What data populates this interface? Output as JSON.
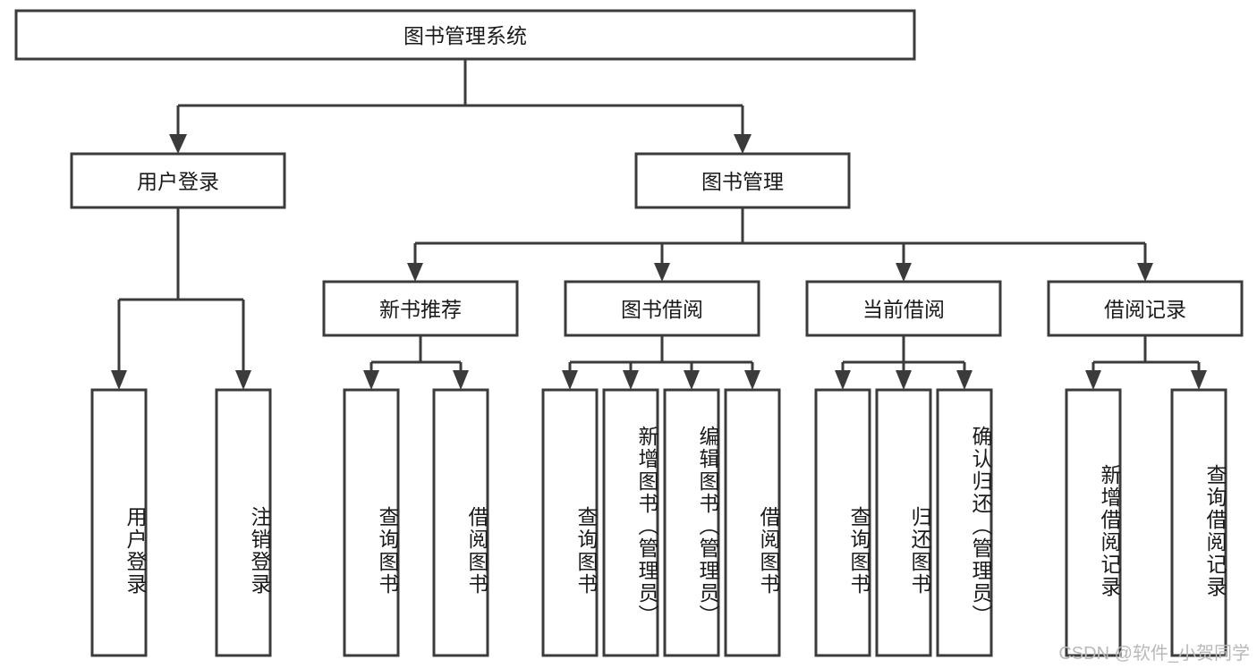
{
  "diagram": {
    "title": "图书管理系统",
    "type": "tree-hierarchy",
    "root": {
      "id": "root",
      "label": "图书管理系统"
    },
    "level1": [
      {
        "id": "user-login",
        "label": "用户登录"
      },
      {
        "id": "book-management",
        "label": "图书管理"
      }
    ],
    "level2": [
      {
        "id": "new-book-recommend",
        "label": "新书推荐",
        "parent": "book-management"
      },
      {
        "id": "book-borrow",
        "label": "图书借阅",
        "parent": "book-management"
      },
      {
        "id": "current-borrow",
        "label": "当前借阅",
        "parent": "book-management"
      },
      {
        "id": "borrow-record",
        "label": "借阅记录",
        "parent": "book-management"
      }
    ],
    "leaves": {
      "user-login": [
        {
          "id": "leaf-user-login",
          "label": "用户登录"
        },
        {
          "id": "leaf-logout",
          "label": "注销登录"
        }
      ],
      "new-book-recommend": [
        {
          "id": "leaf-query-book-1",
          "label": "查询图书"
        },
        {
          "id": "leaf-borrow-book-1",
          "label": "借阅图书"
        }
      ],
      "book-borrow": [
        {
          "id": "leaf-query-book-2",
          "label": "查询图书"
        },
        {
          "id": "leaf-add-book",
          "label": "新增图书（管理员）"
        },
        {
          "id": "leaf-edit-book",
          "label": "编辑图书（管理员）"
        },
        {
          "id": "leaf-borrow-book-2",
          "label": "借阅图书"
        }
      ],
      "current-borrow": [
        {
          "id": "leaf-query-book-3",
          "label": "查询图书"
        },
        {
          "id": "leaf-return-book",
          "label": "归还图书"
        },
        {
          "id": "leaf-confirm-return",
          "label": "确认归还（管理员）"
        }
      ],
      "borrow-record": [
        {
          "id": "leaf-add-record",
          "label": "新增借阅记录"
        },
        {
          "id": "leaf-query-record",
          "label": "查询借阅记录"
        }
      ]
    }
  },
  "watermark": {
    "text": "CSDN @软件_小贺同学"
  },
  "colors": {
    "stroke": "#3b3b3b",
    "fill": "#ffffff",
    "text": "#1a1a1a",
    "watermark": "#b9b9b9"
  }
}
